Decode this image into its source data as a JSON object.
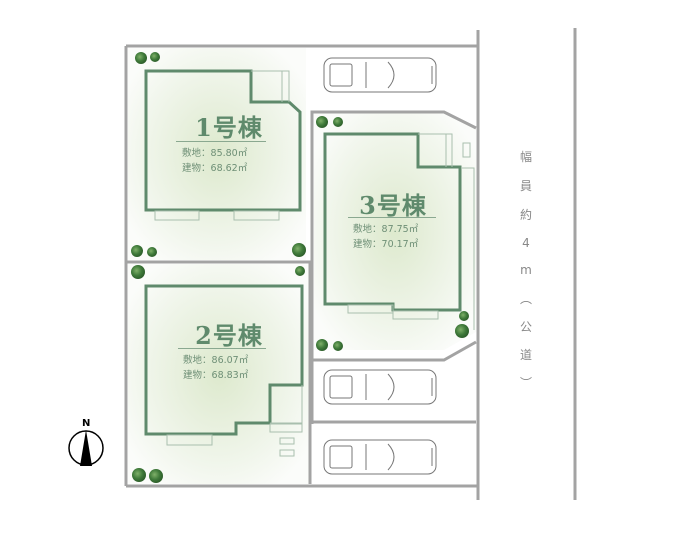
{
  "diagram": {
    "type": "site-plan",
    "lots": [
      {
        "id": "lot-1",
        "name": "1号棟",
        "land_label": "敷地",
        "land_area": "85.80㎡",
        "building_label": "建物",
        "building_area": "68.62㎡"
      },
      {
        "id": "lot-2",
        "name": "2号棟",
        "land_label": "敷地",
        "land_area": "86.07㎡",
        "building_label": "建物",
        "building_area": "68.83㎡"
      },
      {
        "id": "lot-3",
        "name": "3号棟",
        "land_label": "敷地",
        "land_area": "87.75㎡",
        "building_label": "建物",
        "building_area": "70.17㎡"
      }
    ],
    "road": {
      "label_chars": [
        "幅",
        "員",
        "約",
        "4",
        "m",
        "︵",
        "公",
        "道",
        "︶"
      ],
      "label": "幅員約4m（公道）"
    },
    "compass": {
      "label": "N"
    },
    "colors": {
      "building_outline": "#5f8a6c",
      "lot_fill_center": "#e3efd7",
      "boundary": "#a0a0a0",
      "text": "#6e8f76",
      "tree": "#3f7a3a"
    },
    "parking_count": 3
  }
}
